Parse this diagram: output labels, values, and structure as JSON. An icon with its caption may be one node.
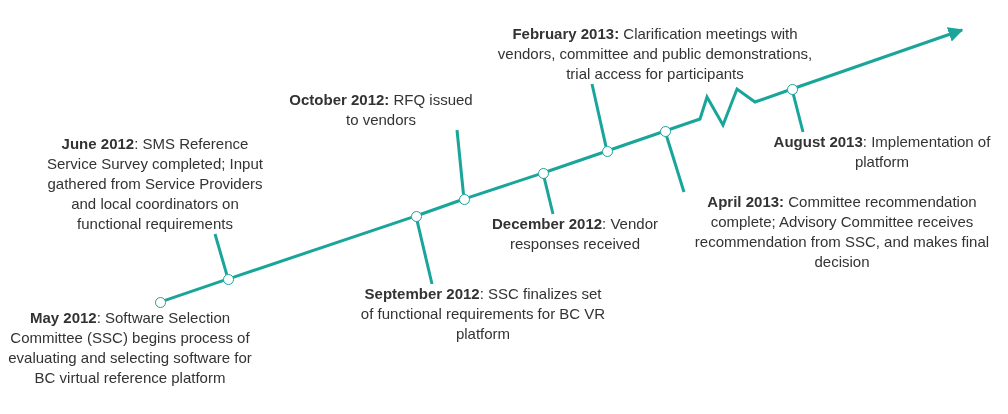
{
  "diagram": {
    "nodes": [
      {
        "text": [
          "**May 2012**: Software Selection Committee (SSC) begins process of evaluating and selecting software for BC virtual reference platform"
        ]
      },
      {
        "text": [
          "**June 2012**: SMS Reference Service Survey completed; Input gathered from Service Providers and local coordinators on functional requirements"
        ]
      },
      {
        "text": [
          "**September 2012**: SSC finalizes set of functional requirements for BC VR platform"
        ]
      },
      {
        "text": [
          "**October 2012:** RFQ issued to vendors"
        ]
      },
      {
        "text": [
          "**December 2012**: Vendor responses received"
        ]
      },
      {
        "text": [
          "**February 2013:** Clarification meetings with vendors, committee and public demonstrations, trial access for participants"
        ]
      },
      {
        "text": [
          "**April 2013:** Committee recommendation complete; Advisory Committee receives recommendation from SSC, and makes final decision"
        ]
      },
      {
        "text": [
          "**August 2013**: Implementation of platform"
        ]
      },
      {
        "text": [],
        "shape": "circle"
      },
      {
        "text": [],
        "shape": "circle"
      },
      {
        "text": [],
        "shape": "circle"
      },
      {
        "text": [],
        "shape": "circle"
      },
      {
        "text": [],
        "shape": "circle"
      },
      {
        "text": [],
        "shape": "circle"
      },
      {
        "text": [],
        "shape": "circle"
      },
      {
        "text": [],
        "shape": "circle"
      }
    ],
    "edges": [
      {
        "from": 1,
        "to": 9,
        "arrow": "none"
      },
      {
        "from": 2,
        "to": 10,
        "arrow": "none"
      },
      {
        "from": 3,
        "to": 11,
        "arrow": "none"
      },
      {
        "from": 4,
        "to": 12,
        "arrow": "none"
      },
      {
        "from": 5,
        "to": 13,
        "arrow": "none"
      },
      {
        "from": 6,
        "to": 14,
        "arrow": "none"
      },
      {
        "from": 7,
        "to": 15,
        "arrow": "none"
      },
      {
        "from": 8,
        "to": 9,
        "arrow": "none"
      },
      {
        "from": 9,
        "to": 10,
        "arrow": "none"
      },
      {
        "from": 10,
        "to": 11,
        "arrow": "none"
      },
      {
        "from": 11,
        "to": 12,
        "arrow": "none"
      },
      {
        "from": 12,
        "to": 13,
        "arrow": "none"
      },
      {
        "from": 13,
        "to": 14,
        "arrow": "none"
      },
      {
        "from": 14,
        "to": 15,
        "arrow": "none"
      },
      {
        "from": 15,
        "to": null,
        "arrow": "to"
      }
    ]
  }
}
